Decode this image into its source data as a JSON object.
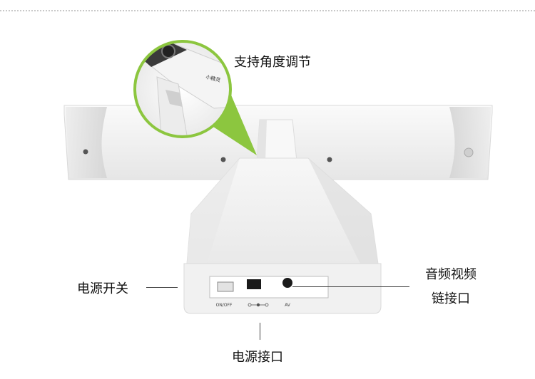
{
  "product_image": {
    "callouts": {
      "angle_adjust": "支持角度调节",
      "power_switch": "电源开关",
      "av_port_line1": "音频视频",
      "av_port_line2": "链接口",
      "power_port": "电源接口"
    },
    "panel_labels": {
      "switch_label": "ON/OFF",
      "av_label": "AV",
      "brand_logo": "小精灵"
    },
    "colors": {
      "accent_green": "#8cc63f",
      "device_white": "#f3f3f3"
    }
  }
}
